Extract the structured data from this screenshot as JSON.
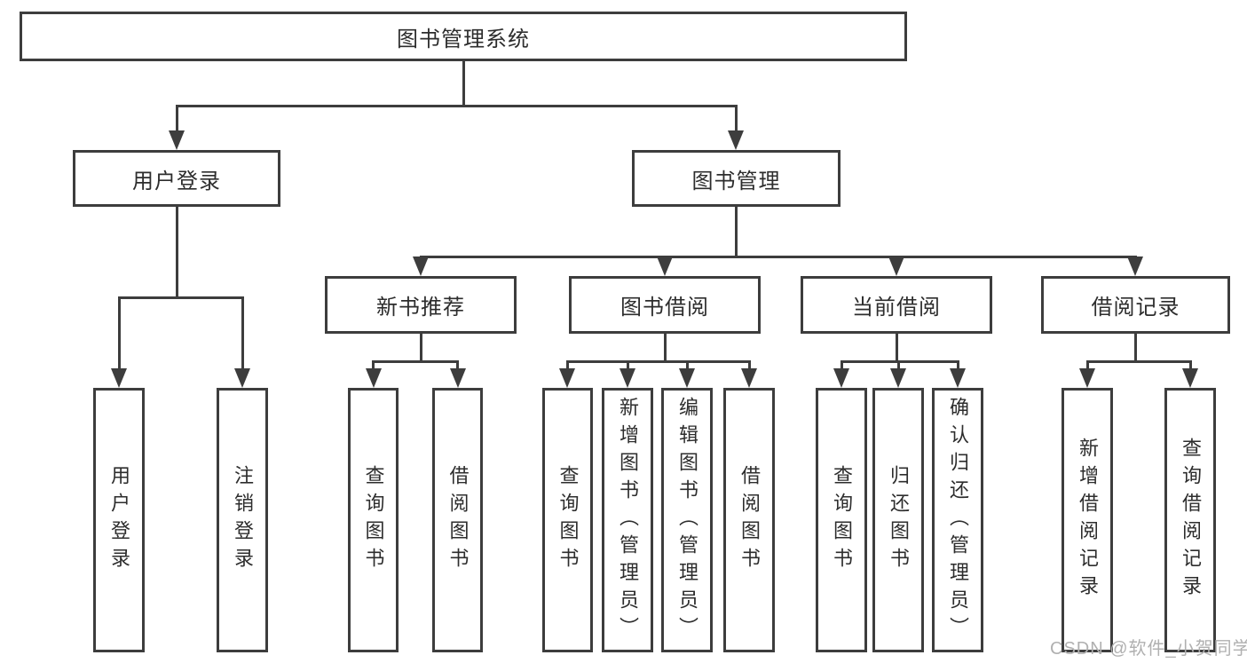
{
  "diagram": {
    "title": "图书管理系统",
    "type": "hierarchy-tree",
    "colors": {
      "line": "#3d3d3d",
      "border": "#3d3d3d",
      "text": "#2d2d2d",
      "background": "#ffffff",
      "watermark": "#b0b0b0"
    },
    "nodes": {
      "root": {
        "label": "图书管理系统"
      },
      "user_login": {
        "label": "用户登录"
      },
      "book_management": {
        "label": "图书管理"
      },
      "new_book_recommend": {
        "label": "新书推荐"
      },
      "book_borrowing": {
        "label": "图书借阅"
      },
      "current_borrowing": {
        "label": "当前借阅"
      },
      "borrowing_records": {
        "label": "借阅记录"
      },
      "leaf_user_login": {
        "label": "用户登录"
      },
      "leaf_logout_login": {
        "label": "注销登录"
      },
      "leaf_query_books_recommend": {
        "label": "查询图书"
      },
      "leaf_borrow_books_recommend": {
        "label": "借阅图书"
      },
      "leaf_query_books_borrowing": {
        "label": "查询图书"
      },
      "leaf_add_books_admin": {
        "label": "新增图书（管理员）"
      },
      "leaf_edit_books_admin": {
        "label": "编辑图书（管理员）"
      },
      "leaf_borrow_books_borrowing": {
        "label": "借阅图书"
      },
      "leaf_query_books_current": {
        "label": "查询图书"
      },
      "leaf_return_books": {
        "label": "归还图书"
      },
      "leaf_confirm_return_admin": {
        "label": "确认归还（管理员）"
      },
      "leaf_add_borrow_record": {
        "label": "新增借阅记录"
      },
      "leaf_query_borrow_record": {
        "label": "查询借阅记录"
      }
    },
    "edges": [
      [
        "root",
        "user_login"
      ],
      [
        "root",
        "book_management"
      ],
      [
        "user_login",
        "leaf_user_login"
      ],
      [
        "user_login",
        "leaf_logout_login"
      ],
      [
        "book_management",
        "new_book_recommend"
      ],
      [
        "book_management",
        "book_borrowing"
      ],
      [
        "book_management",
        "current_borrowing"
      ],
      [
        "book_management",
        "borrowing_records"
      ],
      [
        "new_book_recommend",
        "leaf_query_books_recommend"
      ],
      [
        "new_book_recommend",
        "leaf_borrow_books_recommend"
      ],
      [
        "book_borrowing",
        "leaf_query_books_borrowing"
      ],
      [
        "book_borrowing",
        "leaf_add_books_admin"
      ],
      [
        "book_borrowing",
        "leaf_edit_books_admin"
      ],
      [
        "book_borrowing",
        "leaf_borrow_books_borrowing"
      ],
      [
        "current_borrowing",
        "leaf_query_books_current"
      ],
      [
        "current_borrowing",
        "leaf_return_books"
      ],
      [
        "current_borrowing",
        "leaf_confirm_return_admin"
      ],
      [
        "borrowing_records",
        "leaf_add_borrow_record"
      ],
      [
        "borrowing_records",
        "leaf_query_borrow_record"
      ]
    ]
  },
  "watermark": {
    "text": "CSDN @软件_小贺同学"
  }
}
